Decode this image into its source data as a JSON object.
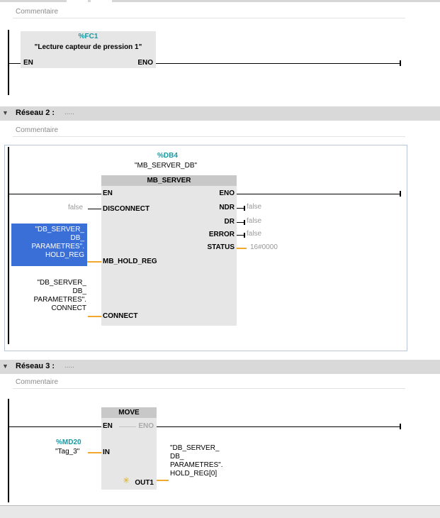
{
  "network1": {
    "comment": "Commentaire",
    "block": {
      "address": "%FC1",
      "name": "\"Lecture capteur de pression 1\"",
      "en": "EN",
      "eno": "ENO"
    }
  },
  "network2": {
    "title": "Réseau 2 :",
    "dots": ".....",
    "comment": "Commentaire",
    "instance_address": "%DB4",
    "instance_name": "\"MB_SERVER_DB\"",
    "block": {
      "type": "MB_SERVER",
      "en": "EN",
      "eno": "ENO",
      "disconnect": "DISCONNECT",
      "mb_hold_reg": "MB_HOLD_REG",
      "connect": "CONNECT",
      "ndr": "NDR",
      "dr": "DR",
      "error": "ERROR",
      "status": "STATUS"
    },
    "inputs": {
      "disconnect_val": "false",
      "hold_reg_l1": "\"DB_SERVER_",
      "hold_reg_l2": "DB_",
      "hold_reg_l3": "PARAMETRES\".",
      "hold_reg_l4": "HOLD_REG",
      "connect_l1": "\"DB_SERVER_",
      "connect_l2": "DB_",
      "connect_l3": "PARAMETRES\".",
      "connect_l4": "CONNECT"
    },
    "outputs": {
      "ndr_val": "false",
      "dr_val": "false",
      "error_val": "false",
      "status_val": "16#0000"
    }
  },
  "network3": {
    "title": "Réseau 3 :",
    "dots": ".....",
    "comment": "Commentaire",
    "block": {
      "type": "MOVE",
      "en": "EN",
      "eno": "ENO",
      "in": "IN",
      "out1": "OUT1"
    },
    "input_address": "%MD20",
    "input_name": "\"Tag_3\"",
    "out_l1": "\"DB_SERVER_",
    "out_l2": "DB_",
    "out_l3": "PARAMETRES\".",
    "out_l4": "HOLD_REG[0]"
  },
  "colors": {
    "teal": "#149aa3",
    "wire_orange": "#f0a830",
    "selection_blue": "#3a6fd8"
  }
}
